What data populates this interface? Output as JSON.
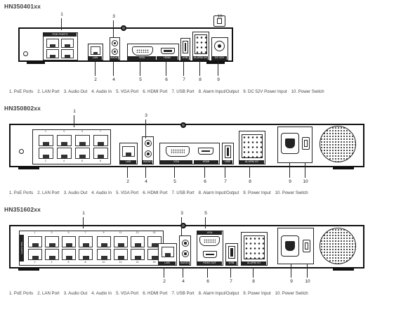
{
  "models": [
    {
      "name": "HN350401xx",
      "legend": [
        "1. PoE Ports",
        "2. LAN Port",
        "3. Audio Out",
        "4. Audio In",
        "5. VGA Port",
        "6. HDMI Port",
        "7. USB Port",
        "8. Alarm Input/Output",
        "9. DC 52V Power Input",
        "10. Power Switch"
      ],
      "panel_labels": {
        "poe": "POE PORTS",
        "lan": "LAN",
        "audio": "AUDIO",
        "vga": "VGA",
        "hdmi": "HDMI",
        "usb": "USB",
        "alarm": "ALARM I/O",
        "dc": "DC 52V"
      }
    },
    {
      "name": "HN350802xx",
      "legend": [
        "1. PoE Ports",
        "2. LAN Port",
        "3. Audio Out",
        "4. Audio In",
        "5. VGA Port",
        "6. HDMI Port",
        "7. USB Port",
        "8. Alarm Input/Output",
        "9. Power Input",
        "10. Power Switch"
      ],
      "panel_labels": {
        "poe": "POE PORTS",
        "lan": "LAN",
        "audio": "AUDIO",
        "vga": "VGA",
        "hdmi": "HDMI",
        "usb": "USB",
        "alarm": "ALARM I/O"
      },
      "port_numbers_top": [
        "1",
        "3",
        "5",
        "7"
      ],
      "port_numbers_bottom": [
        "2",
        "4",
        "6",
        "8"
      ]
    },
    {
      "name": "HN351602xx",
      "legend": [
        "1. PoE Ports",
        "2. LAN Port",
        "3. Audio Out",
        "4. Audio In",
        "5. VGA Port",
        "6. HDMI Port",
        "7. USB Port",
        "8. Alarm Input/Output",
        "9. Power Input",
        "10. Power Switch"
      ],
      "panel_labels": {
        "poe": "POE PORTS",
        "lan": "LAN",
        "audio": "AUDIO",
        "vga": "VGA",
        "hdmi": "HDMI OUT",
        "usb": "USB",
        "alarm": "ALARM I/O"
      },
      "port_numbers_top": [
        "1",
        "3",
        "5",
        "7",
        "9",
        "11",
        "13",
        "15"
      ],
      "port_numbers_bottom": [
        "2",
        "4",
        "6",
        "8",
        "10",
        "12",
        "14",
        "16"
      ]
    }
  ],
  "callouts": [
    "1",
    "2",
    "3",
    "4",
    "5",
    "6",
    "7",
    "8",
    "9",
    "10"
  ]
}
